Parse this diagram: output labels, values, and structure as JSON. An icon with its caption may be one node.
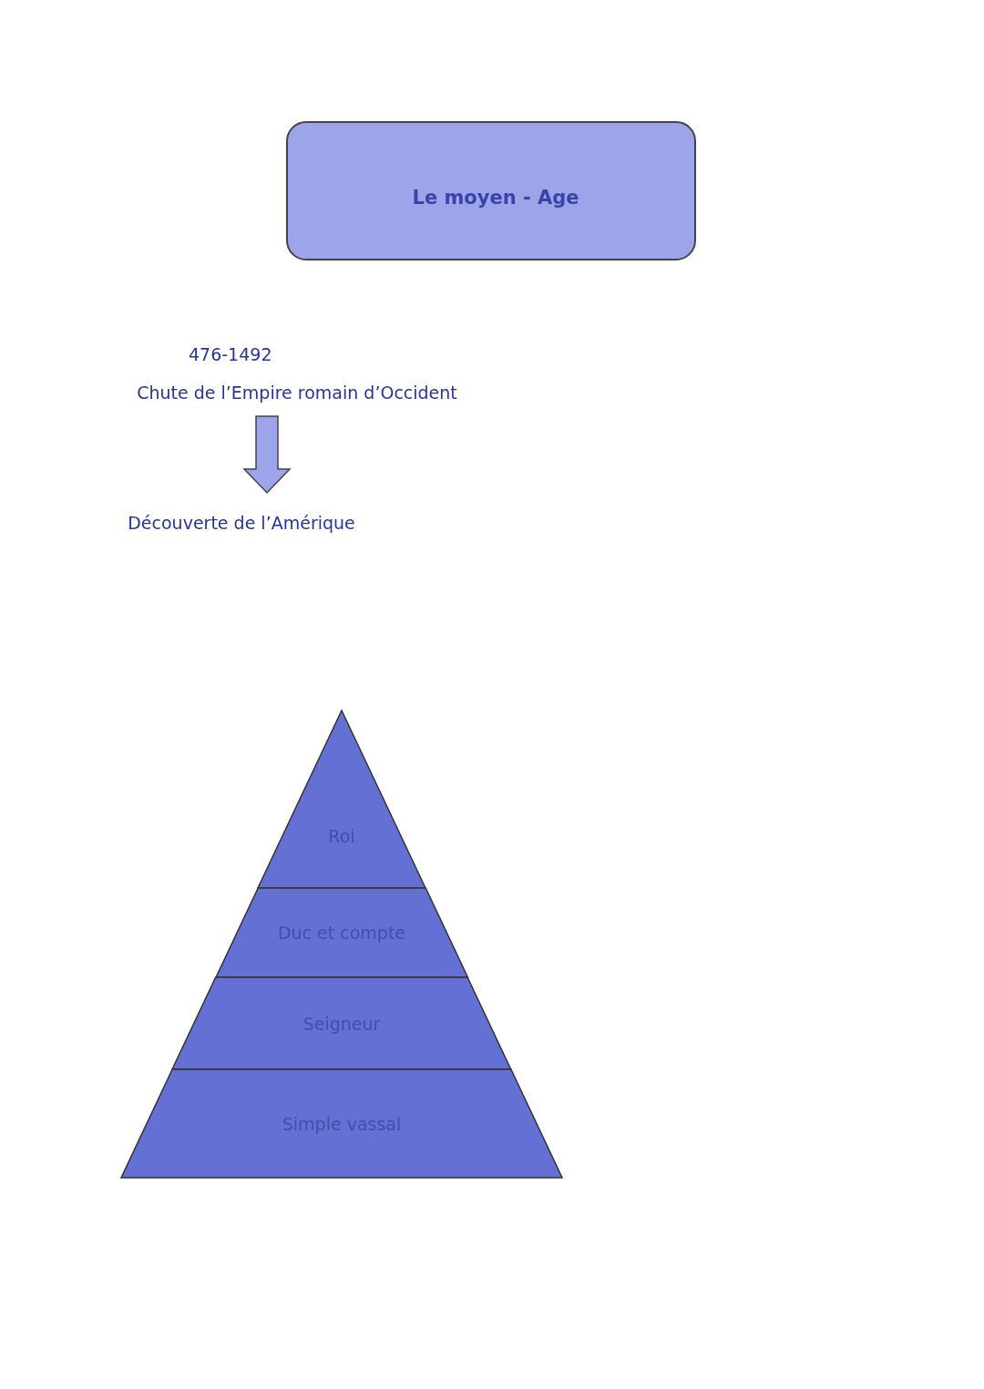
{
  "diagram": {
    "nodes": [
      {
        "text": [
          "Le moyen - Age"
        ]
      },
      {
        "text": [
          "Chute de l’Empire romain d’Occident"
        ],
        "beside": [
          "476-1492"
        ]
      },
      {
        "text": [
          "Découverte de l’Amérique"
        ]
      },
      {
        "text": [
          "Roi"
        ]
      },
      {
        "text": [
          "Duc et compte"
        ]
      },
      {
        "text": [
          "Seigneur"
        ]
      },
      {
        "text": [
          "Simple vassal"
        ]
      }
    ],
    "edges": [
      {
        "from": 1,
        "to": 2,
        "arrow": "to"
      }
    ]
  }
}
